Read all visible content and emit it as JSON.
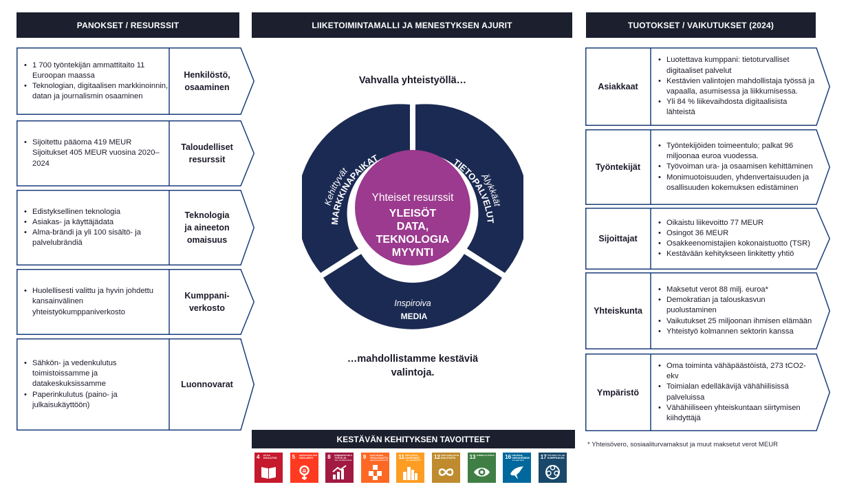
{
  "headers": {
    "left": "PANOKSET / RESURSSIT",
    "center": "LIIKETOIMINTAMALLI JA MENESTYKSEN AJURIT",
    "right": "TUOTOKSET / VAIKUTUKSET (2024)"
  },
  "inputs": [
    {
      "label": "Henkilöstö,\nosaaminen",
      "items": [
        "1 700 työntekijän ammattitaito 11 Euroopan maassa",
        "Teknologian, digitaalisen markkinoinnin, datan ja journalismin osaaminen"
      ]
    },
    {
      "label": "Taloudelliset\nresurssit",
      "items": [
        "Sijoitettu pääoma 419 MEUR\nSijoitukset 405 MEUR vuosina 2020–2024"
      ]
    },
    {
      "label": "Teknologia\nja aineeton\nomaisuus",
      "items": [
        "Edistyksellinen teknologia",
        "Asiakas- ja käyttäjädata",
        "Alma-brändi ja yli 100 sisältö- ja palvelubrändiä"
      ]
    },
    {
      "label": "Kumppani-\nverkosto",
      "items": [
        "Huolellisesti valittu ja hyvin johdettu kansainvälinen yhteistyökumppaniverkosto"
      ]
    },
    {
      "label": "Luonnovarat",
      "items": [
        "Sähkön- ja vedenkulutus toimistoissamme ja datakeskuksissamme",
        "Paperinkulutus (paino- ja julkaisukäyttöön)"
      ]
    }
  ],
  "outputs": [
    {
      "label": "Asiakkaat",
      "items": [
        "Luotettava kumppani: tietoturvalliset digitaaliset palvelut",
        "Kestävien valintojen mahdollistaja työssä ja vapaalla, asumisessa ja liikkumisessa.",
        "Yli 84 % liikevaihdosta digitaalisista lähteistä"
      ]
    },
    {
      "label": "Työntekijät",
      "items": [
        "Työntekijöiden toimeentulo; palkat 96 miljoonaa euroa vuodessa.",
        "Työvoiman ura- ja osaamisen kehittäminen",
        "Monimuotoisuuden, yhdenvertaisuuden ja osallisuuden kokemuksen edistäminen"
      ]
    },
    {
      "label": "Sijoittajat",
      "items": [
        "Oikaistu liikevoitto 77 MEUR",
        "Osingot 36 MEUR",
        "Osakkeenomistajien kokonaistuotto (TSR)",
        "Kestävään kehitykseen linkitetty yhtiö"
      ]
    },
    {
      "label": "Yhteiskunta",
      "items": [
        "Maksetut verot 88 milj. euroa*",
        "Demokratian ja talouskasvun puolustaminen",
        "Vaikutukset 25 miljoonan ihmisen elämään",
        "Yhteistyö kolmannen sektorin kanssa"
      ]
    },
    {
      "label": "Ympäristö",
      "items": [
        "Oma toiminta vähäpäästöistä, 273 tCO2-ekv",
        "Toimialan edelläkävijä vähähiilisissä palveluissa",
        "Vähähiiliseen yhteiskuntaan siirtymisen kiihdyttäjä"
      ]
    }
  ],
  "center": {
    "top_tagline": "Vahvalla yhteistyöllä…",
    "bottom_tagline": "…mahdollistamme kestäviä\nvalintoja.",
    "hub_title": "Yhteiset resurssit",
    "hub_lines": [
      "YLEISÖT",
      "DATA,",
      "TEKNOLOGIA",
      "MYYNTI"
    ],
    "segments": {
      "left": {
        "line1": "Kehittyvät",
        "line2": "MARKKINAPAIKAT"
      },
      "right": {
        "line1": "Älykkäät",
        "line2": "TIETOPALVELUT"
      },
      "bottom": {
        "line1": "Inspiroiva",
        "line2": "MEDIA"
      }
    },
    "colors": {
      "ring": "#1b2a52",
      "hub": "#9b3a8e",
      "frame": "#1b3d7a",
      "header": "#1b1f2e"
    }
  },
  "sdg_title": "KESTÄVÄN KEHITYKSEN TAVOITTEET",
  "sdgs": [
    {
      "num": "4",
      "title": "HYVÄ KOULUTUS",
      "color": "#c5192d",
      "icon": "book-icon"
    },
    {
      "num": "5",
      "title": "SUKUPUOLTEN TASA-ARVO",
      "color": "#ff3a21",
      "icon": "gender-icon"
    },
    {
      "num": "8",
      "title": "IHMISARVOISTA TYÖTÄ JA TALOUSKASVUA",
      "color": "#a21942",
      "icon": "growth-icon"
    },
    {
      "num": "9",
      "title": "KESTÄVÄÄ TEOLLISUUTTA, INNOVAATIOITA JA INFRASTRUKTUURIA",
      "color": "#fd6925",
      "icon": "cubes-icon"
    },
    {
      "num": "11",
      "title": "KESTÄVÄT KAUPUNGIT JA YHTEISÖT",
      "color": "#fd9d24",
      "icon": "city-icon"
    },
    {
      "num": "12",
      "title": "VASTUULLISTA KULUTUSTA",
      "color": "#bf8b2e",
      "icon": "infinity-icon"
    },
    {
      "num": "13",
      "title": "ILMASTOTEKOJA",
      "color": "#3f7e44",
      "icon": "eye-globe-icon"
    },
    {
      "num": "16",
      "title": "RAUHAA, OIKEUDENMUKAISUUTTA JA HYVÄÄ HALLINTOA",
      "color": "#00689d",
      "icon": "dove-icon"
    },
    {
      "num": "17",
      "title": "YHTEISTYÖ JA KUMPPANUUS",
      "color": "#19486a",
      "icon": "rings-icon"
    }
  ],
  "footnote": "* Yhteisövero, sosiaaliturvamaksut ja muut maksetut verot MEUR"
}
